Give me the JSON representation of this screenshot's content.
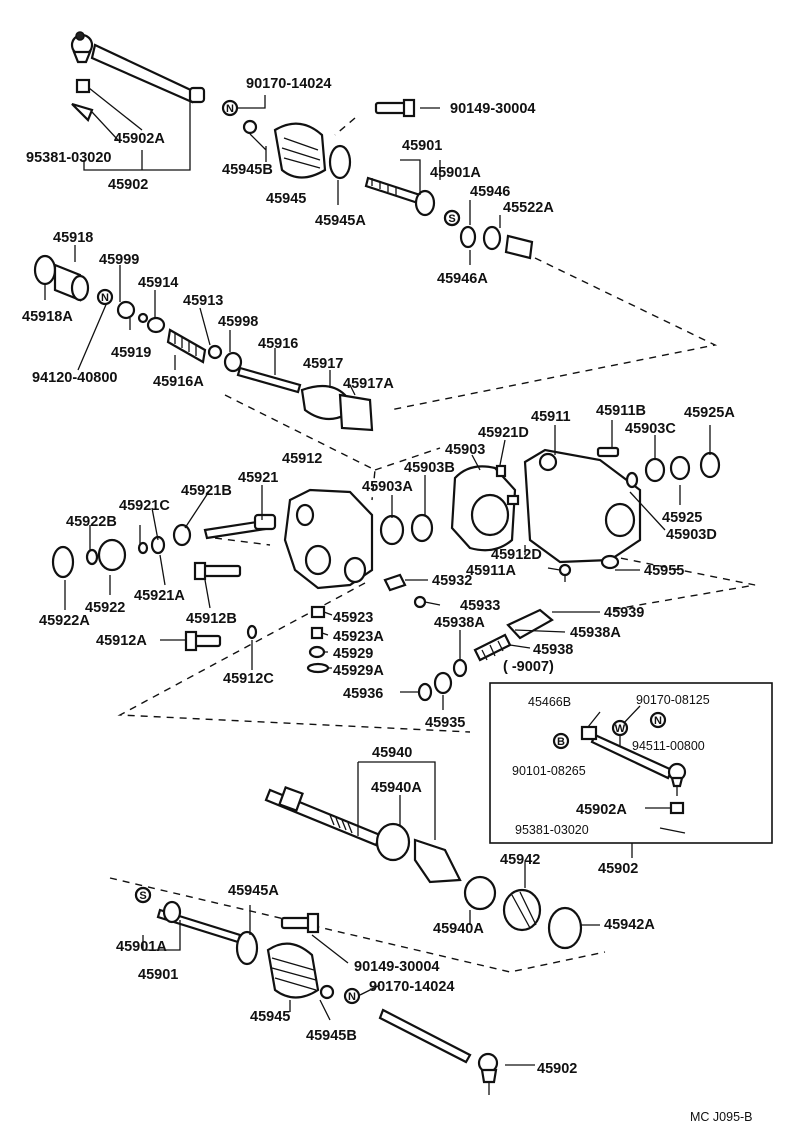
{
  "labels": [
    {
      "id": "l1",
      "text": "90170-14024"
    },
    {
      "id": "l2",
      "text": "90149-30004"
    },
    {
      "id": "l3",
      "text": "45902A"
    },
    {
      "id": "l4",
      "text": "95381-03020"
    },
    {
      "id": "l5",
      "text": "45902"
    },
    {
      "id": "l6",
      "text": "45945B"
    },
    {
      "id": "l7",
      "text": "45945"
    },
    {
      "id": "l8",
      "text": "45945A"
    },
    {
      "id": "l9",
      "text": "45901"
    },
    {
      "id": "l10",
      "text": "45901A"
    },
    {
      "id": "l11",
      "text": "45946"
    },
    {
      "id": "l12",
      "text": "45522A"
    },
    {
      "id": "l13",
      "text": "45946A"
    },
    {
      "id": "l14",
      "text": "45918"
    },
    {
      "id": "l15",
      "text": "45918A"
    },
    {
      "id": "l16",
      "text": "45999"
    },
    {
      "id": "l17",
      "text": "45914"
    },
    {
      "id": "l18",
      "text": "45913"
    },
    {
      "id": "l19",
      "text": "45998"
    },
    {
      "id": "l20",
      "text": "45919"
    },
    {
      "id": "l21",
      "text": "45916"
    },
    {
      "id": "l22",
      "text": "45916A"
    },
    {
      "id": "l23",
      "text": "94120-40800"
    },
    {
      "id": "l24",
      "text": "45917"
    },
    {
      "id": "l25",
      "text": "45917A"
    },
    {
      "id": "l26",
      "text": "45911"
    },
    {
      "id": "l27",
      "text": "45911B"
    },
    {
      "id": "l28",
      "text": "45925A"
    },
    {
      "id": "l29",
      "text": "45921D"
    },
    {
      "id": "l30",
      "text": "45903"
    },
    {
      "id": "l31",
      "text": "45903C"
    },
    {
      "id": "l32",
      "text": "45903B"
    },
    {
      "id": "l33",
      "text": "45903A"
    },
    {
      "id": "l34",
      "text": "45925"
    },
    {
      "id": "l35",
      "text": "45903D"
    },
    {
      "id": "l36",
      "text": "45912D"
    },
    {
      "id": "l37",
      "text": "45911A"
    },
    {
      "id": "l38",
      "text": "45955"
    },
    {
      "id": "l39",
      "text": "45912"
    },
    {
      "id": "l40",
      "text": "45921"
    },
    {
      "id": "l41",
      "text": "45921B"
    },
    {
      "id": "l42",
      "text": "45921C"
    },
    {
      "id": "l43",
      "text": "45922B"
    },
    {
      "id": "l44",
      "text": "45921A"
    },
    {
      "id": "l45",
      "text": "45922"
    },
    {
      "id": "l46",
      "text": "45922A"
    },
    {
      "id": "l47",
      "text": "45912B"
    },
    {
      "id": "l48",
      "text": "45912A"
    },
    {
      "id": "l49",
      "text": "45912C"
    },
    {
      "id": "l50",
      "text": "45932"
    },
    {
      "id": "l51",
      "text": "45933"
    },
    {
      "id": "l52",
      "text": "45923"
    },
    {
      "id": "l53",
      "text": "45923A"
    },
    {
      "id": "l54",
      "text": "45929"
    },
    {
      "id": "l55",
      "text": "45929A"
    },
    {
      "id": "l56",
      "text": "45939"
    },
    {
      "id": "l57",
      "text": "45938A"
    },
    {
      "id": "l58",
      "text": "45938A"
    },
    {
      "id": "l59",
      "text": "45938"
    },
    {
      "id": "l60",
      "text": "(     -9007)"
    },
    {
      "id": "l61",
      "text": "45936"
    },
    {
      "id": "l62",
      "text": "45935"
    },
    {
      "id": "l63",
      "text": "45466B"
    },
    {
      "id": "l64",
      "text": "90170-08125"
    },
    {
      "id": "l65",
      "text": "94511-00800"
    },
    {
      "id": "l66",
      "text": "90101-08265"
    },
    {
      "id": "l67",
      "text": "45902A"
    },
    {
      "id": "l68",
      "text": "95381-03020"
    },
    {
      "id": "l69",
      "text": "45902"
    },
    {
      "id": "l70",
      "text": "45940"
    },
    {
      "id": "l71",
      "text": "45940A"
    },
    {
      "id": "l72",
      "text": "45940A"
    },
    {
      "id": "l73",
      "text": "45942"
    },
    {
      "id": "l74",
      "text": "45942A"
    },
    {
      "id": "l75",
      "text": "45945A"
    },
    {
      "id": "l76",
      "text": "45901A"
    },
    {
      "id": "l77",
      "text": "45901"
    },
    {
      "id": "l78",
      "text": "90149-30004"
    },
    {
      "id": "l79",
      "text": "90170-14024"
    },
    {
      "id": "l80",
      "text": "45945"
    },
    {
      "id": "l81",
      "text": "45945B"
    },
    {
      "id": "l82",
      "text": "45902"
    }
  ],
  "symbols": {
    "n1": "N",
    "n2": "N",
    "n3": "N",
    "n4": "N",
    "s1": "S",
    "s2": "S",
    "w1": "W",
    "b1": "B"
  },
  "footer_code": "MC J095-B"
}
